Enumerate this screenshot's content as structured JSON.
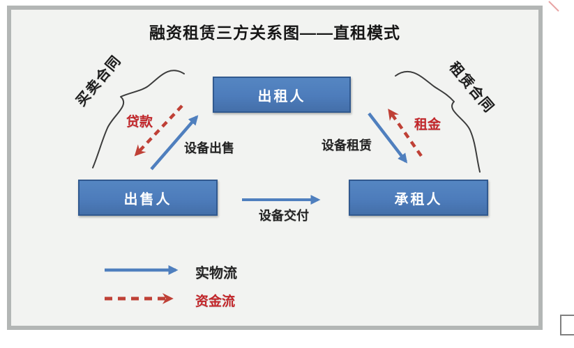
{
  "title": "融资租赁三方关系图——直租模式",
  "nodes": {
    "lessor": "出租人",
    "seller": "出售人",
    "lessee": "承租人"
  },
  "contracts": {
    "left": "买卖合同",
    "right": "租赁合同"
  },
  "flow_labels": {
    "loan": "贷款",
    "rent": "租金",
    "equipment_sale": "设备出售",
    "equipment_lease": "设备租赁",
    "equipment_delivery": "设备交付"
  },
  "legend": {
    "items": [
      {
        "label": "实物流",
        "style": "solid-blue-arrow"
      },
      {
        "label": "资金流",
        "style": "dashed-red-arrow"
      }
    ]
  },
  "colors": {
    "box_fill": "#4d7cbb",
    "box_border": "#31598f",
    "blue_arrow": "#4f7fbe",
    "red_arrow": "#bf4036",
    "red_text": "#c2262a",
    "brace": "#3c3c3c",
    "frame_border": "#b3b6b5",
    "canvas_bg": "#f2f3f1"
  }
}
